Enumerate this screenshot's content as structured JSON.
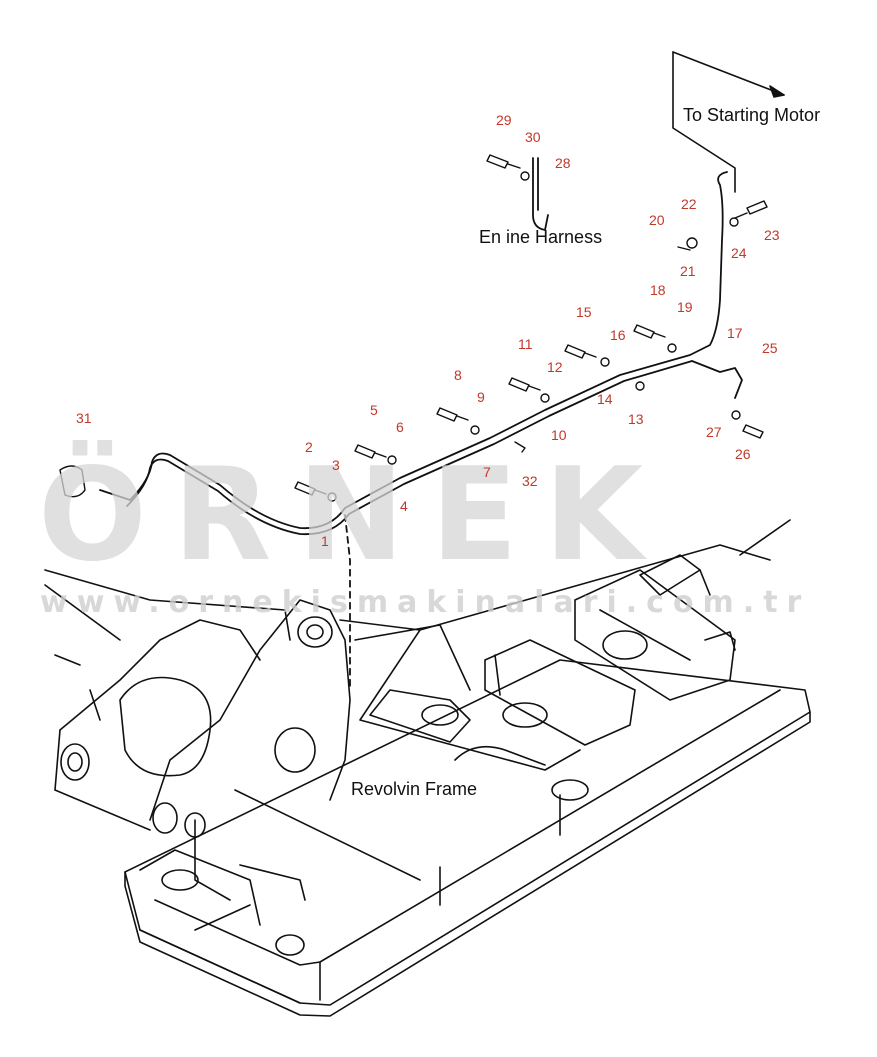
{
  "labels": {
    "starting_motor": "To Starting Motor",
    "engine_harness": "En  ine Harness",
    "revolving_frame": "Revolvin  Frame"
  },
  "watermark": {
    "brand": "ÖRNEK",
    "url": "www.ornekismakinalari.com.tr"
  },
  "callouts": [
    {
      "id": "c1",
      "text": "1"
    },
    {
      "id": "c2",
      "text": "2"
    },
    {
      "id": "c3",
      "text": "3"
    },
    {
      "id": "c4",
      "text": "4"
    },
    {
      "id": "c5",
      "text": "5"
    },
    {
      "id": "c6",
      "text": "6"
    },
    {
      "id": "c7",
      "text": "7"
    },
    {
      "id": "c8",
      "text": "8"
    },
    {
      "id": "c9",
      "text": "9"
    },
    {
      "id": "c10",
      "text": "10"
    },
    {
      "id": "c11",
      "text": "11"
    },
    {
      "id": "c12",
      "text": "12"
    },
    {
      "id": "c13",
      "text": "13"
    },
    {
      "id": "c14",
      "text": "14"
    },
    {
      "id": "c15",
      "text": "15"
    },
    {
      "id": "c16",
      "text": "16"
    },
    {
      "id": "c17",
      "text": "17"
    },
    {
      "id": "c18",
      "text": "18"
    },
    {
      "id": "c19",
      "text": "19"
    },
    {
      "id": "c20",
      "text": "20"
    },
    {
      "id": "c21",
      "text": "21"
    },
    {
      "id": "c22",
      "text": "22"
    },
    {
      "id": "c23",
      "text": "23"
    },
    {
      "id": "c24",
      "text": "24"
    },
    {
      "id": "c25",
      "text": "25"
    },
    {
      "id": "c26",
      "text": "26"
    },
    {
      "id": "c27",
      "text": "27"
    },
    {
      "id": "c28",
      "text": "28"
    },
    {
      "id": "c29",
      "text": "29"
    },
    {
      "id": "c30",
      "text": "30"
    },
    {
      "id": "c31",
      "text": "31"
    },
    {
      "id": "c32",
      "text": "32"
    }
  ],
  "colors": {
    "callout": "#c0392b",
    "line": "#111111",
    "watermark": "#d6d6d6",
    "accent": "#e8a33a"
  }
}
